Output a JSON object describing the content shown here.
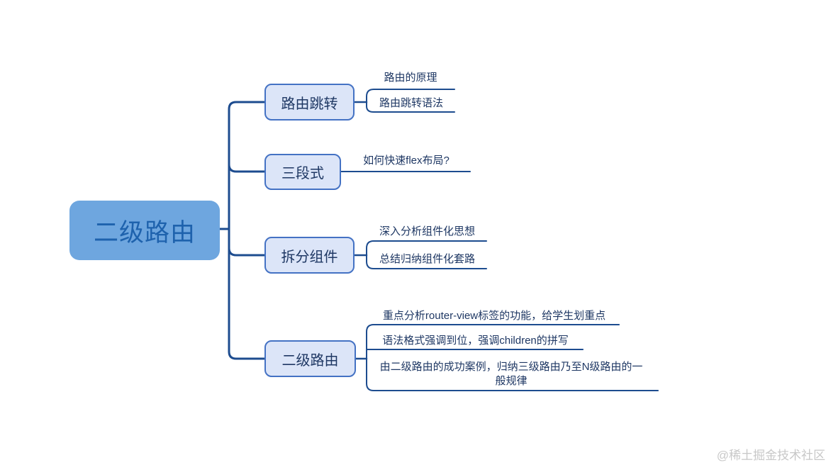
{
  "colors": {
    "background": "#ffffff",
    "root_fill": "#6EA6DF",
    "root_text": "#1E62AD",
    "branch_fill": "#DCE5F8",
    "branch_border": "#4472C4",
    "branch_text": "#1F3864",
    "leaf_text": "#1F3864",
    "connector_line": "#1D4C8F",
    "watermark_text": "#C8C8C8"
  },
  "tree": {
    "root": {
      "label": "二级路由"
    },
    "branches": [
      {
        "label": "路由跳转",
        "leaves": [
          "路由的原理",
          "路由跳转语法"
        ]
      },
      {
        "label": "三段式",
        "leaves": [
          "如何快速flex布局?"
        ]
      },
      {
        "label": "拆分组件",
        "leaves": [
          "深入分析组件化思想",
          "总结归纳组件化套路"
        ]
      },
      {
        "label": "二级路由",
        "leaves": [
          "重点分析router-view标签的功能，给学生划重点",
          "语法格式强调到位，强调children的拼写",
          "由二级路由的成功案例，归纳三级路由乃至N级路由的一般规律"
        ]
      }
    ]
  },
  "watermark": {
    "text": "@稀土掘金技术社区"
  }
}
